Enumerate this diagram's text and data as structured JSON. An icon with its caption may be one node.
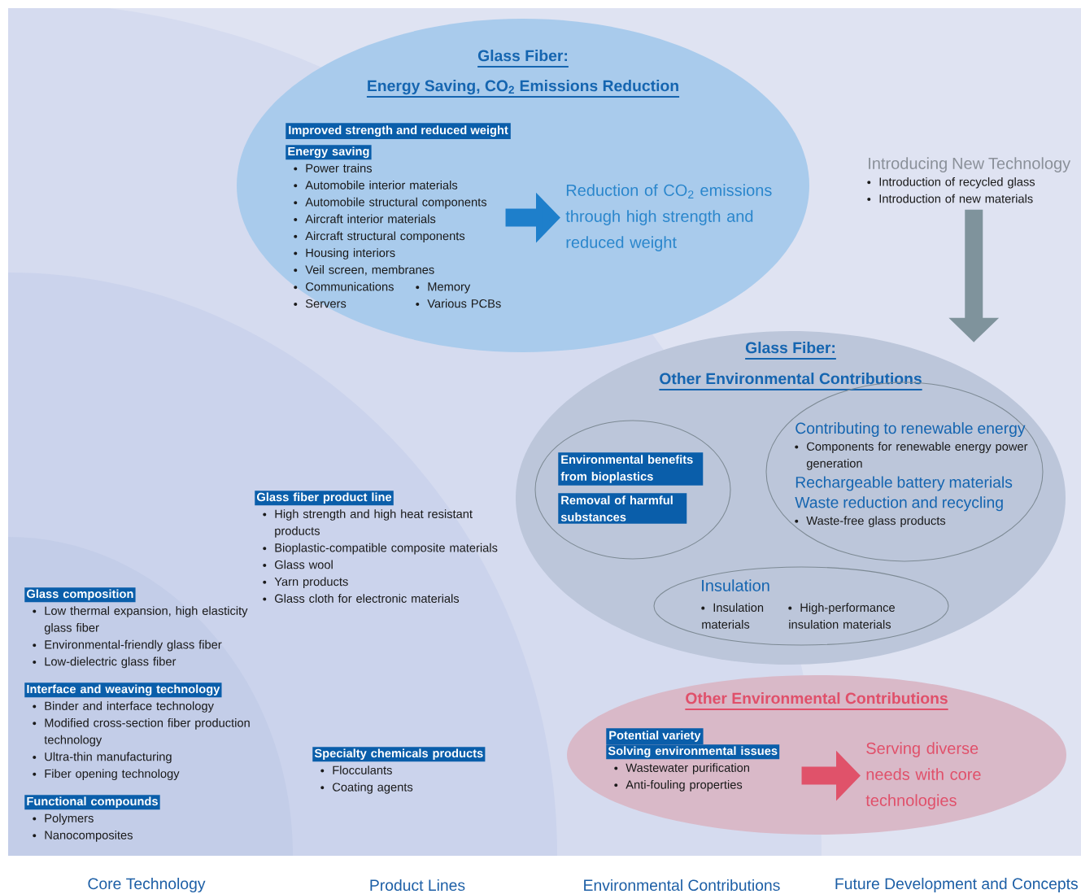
{
  "diagram": {
    "nodes": [
      {
        "text": [
          "Glass Fiber:",
          "Energy Saving, CO$_{2}$ Emissions Reduction"
        ]
      },
      {
        "text": [
          "Improved strength and reduced weight"
        ],
        "in": 0
      },
      {
        "text": [
          "Energy saving",
          "Power trains",
          "Automobile interior materials",
          "Automobile structural components",
          "Aircraft interior materials",
          "Aircraft structural components",
          "Housing interiors",
          "Veil screen, membranes",
          "Communications",
          "Memory",
          "Servers",
          "Various PCBs"
        ],
        "in": 0
      },
      {
        "text": [
          "Reduction of CO$_{2}$ emissions through high strength and reduced weight"
        ],
        "in": 0
      },
      {
        "text": [
          "Introducing New Technology",
          "Introduction of recycled glass",
          "Introduction of new materials"
        ]
      },
      {
        "text": [
          "Glass Fiber:",
          "Other Environmental Contributions"
        ]
      },
      {
        "text": [],
        "shape": "ellipse",
        "in": 5
      },
      {
        "text": [
          "Environmental benefits from bioplastics"
        ],
        "in": 6
      },
      {
        "text": [
          "Removal of harmful substances"
        ],
        "in": 6
      },
      {
        "text": [
          "Contributing to renewable energy",
          "Components for renewable energy power generation",
          "Rechargeable battery materials",
          "Waste reduction and recycling",
          "Waste-free glass products"
        ],
        "in": 5
      },
      {
        "text": [
          "Insulation",
          "Insulation materials",
          "High-performance insulation materials"
        ],
        "in": 5
      },
      {
        "text": [
          "Glass fiber product line",
          "High strength and high heat resistant products",
          "Bioplastic-compatible composite materials",
          "Glass wool",
          "Yarn products",
          "Glass cloth for electronic materials"
        ]
      },
      {
        "text": [
          "Glass composition",
          "Low thermal expansion, high elasticity glass fiber",
          "Environmental-friendly glass fiber",
          "Low-dielectric glass fiber"
        ]
      },
      {
        "text": [
          "Interface and weaving technology",
          "Binder and interface technology",
          "Modified cross-section fiber production technology",
          "Ultra-thin manufacturing",
          "Fiber opening technology"
        ]
      },
      {
        "text": [
          "Other Environmental Contributions"
        ]
      },
      {
        "text": [
          "Potential variety"
        ],
        "in": 14
      },
      {
        "text": [
          "Solving environmental issues",
          "Wastewater purification",
          "Anti-fouling properties"
        ],
        "in": 14
      },
      {
        "text": [
          "Serving diverse needs with core technologies"
        ],
        "in": 14
      },
      {
        "text": [
          "Specialty chemicals products",
          "Flocculants",
          "Coating agents"
        ]
      },
      {
        "text": [
          "Functional compounds",
          "Polymers",
          "Nanocomposites"
        ]
      }
    ],
    "edges": [
      {
        "from": 2,
        "to": 3,
        "arrow": "to",
        "color": "#1e7fcb"
      },
      {
        "from": 4,
        "to": 5,
        "arrow": "to",
        "color": "#7f939c"
      },
      {
        "from": 16,
        "to": 17,
        "arrow": "to",
        "color": "#e0526a"
      }
    ],
    "labels": [
      "Core Technology",
      "Product Lines",
      "Environmental Contributions",
      "Future Development and Concepts"
    ]
  }
}
